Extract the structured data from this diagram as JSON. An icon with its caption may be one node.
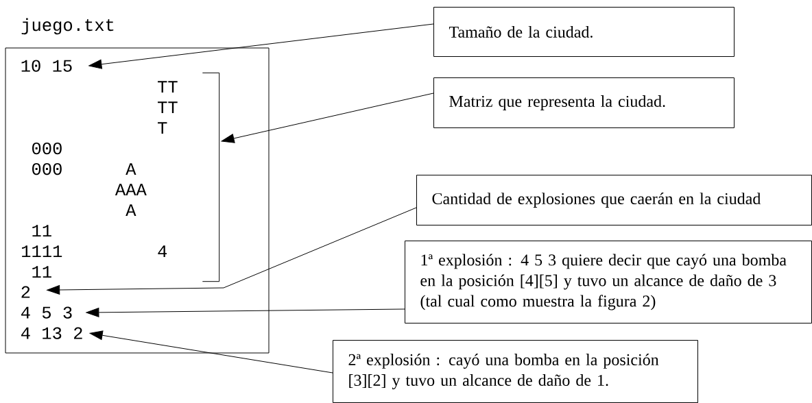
{
  "diagram": {
    "nodes": [
      {
        "text": [
          "juego.txt"
        ]
      },
      {
        "text": [
          "10 15"
        ],
        "in": 0
      },
      {
        "text": [],
        "shape": "bar",
        "in": 0
      },
      {
        "text": [
          "2"
        ],
        "in": 0
      },
      {
        "text": [
          "4 5 3"
        ],
        "in": 0
      },
      {
        "text": [
          "4 13 2"
        ],
        "in": 0
      },
      {
        "text": [
          "Tamaño de la ciudad."
        ]
      },
      {
        "text": [
          "Matriz que representa la ciudad."
        ]
      },
      {
        "text": [
          "Cantidad de explosiones que caerán en la ciudad"
        ]
      },
      {
        "text": [
          "1ª explosión : 4 5 3 quiere decir que cayó una bomba en la posición [4][5] y tuvo un alcance de daño de 3 (tal cual como muestra la figura 2)"
        ]
      },
      {
        "text": [
          "2ª explosión : cayó una bomba en la posición [3][2] y tuvo un alcance de daño de 1."
        ]
      }
    ],
    "edges": [
      {
        "from": 6,
        "to": 1,
        "arrow": "to"
      },
      {
        "from": 7,
        "to": 2,
        "arrow": "to"
      },
      {
        "from": 8,
        "to": 3,
        "arrow": "to"
      },
      {
        "from": 9,
        "to": 4,
        "arrow": "to"
      },
      {
        "from": 10,
        "to": 5,
        "arrow": "to"
      }
    ],
    "labels": [
      "TT",
      "TT",
      "T",
      "000",
      "000",
      "A",
      "AAA",
      "A",
      "11",
      "1111",
      "4",
      "11"
    ]
  }
}
